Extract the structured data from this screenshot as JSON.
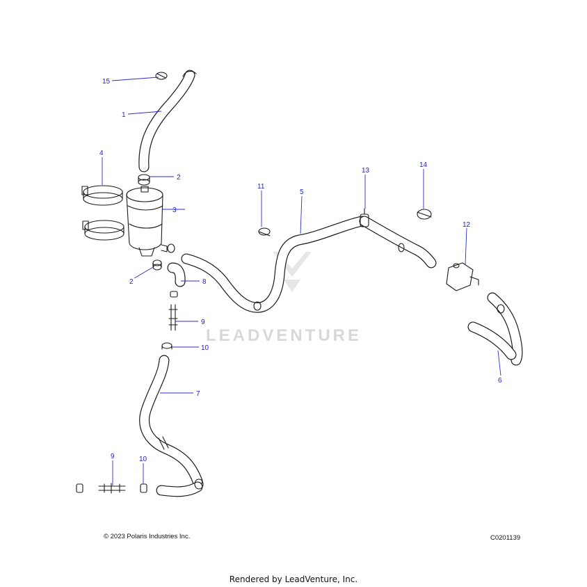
{
  "diagram": {
    "callouts": [
      {
        "id": "c15",
        "label": "15"
      },
      {
        "id": "c1",
        "label": "1"
      },
      {
        "id": "c4",
        "label": "4"
      },
      {
        "id": "c2a",
        "label": "2"
      },
      {
        "id": "c3",
        "label": "3"
      },
      {
        "id": "c2b",
        "label": "2"
      },
      {
        "id": "c8",
        "label": "8"
      },
      {
        "id": "c9a",
        "label": "9"
      },
      {
        "id": "c10a",
        "label": "10"
      },
      {
        "id": "c7",
        "label": "7"
      },
      {
        "id": "c9b",
        "label": "9"
      },
      {
        "id": "c10b",
        "label": "10"
      },
      {
        "id": "c11",
        "label": "11"
      },
      {
        "id": "c5",
        "label": "5"
      },
      {
        "id": "c13",
        "label": "13"
      },
      {
        "id": "c14",
        "label": "14"
      },
      {
        "id": "c12",
        "label": "12"
      },
      {
        "id": "c6",
        "label": "6"
      }
    ],
    "watermark": "LEADVENTURE",
    "accent_color": "#2222cc"
  },
  "footer": {
    "copyright": "© 2023 Polaris Industries Inc.",
    "code": "C0201139",
    "rendered_by": "Rendered by LeadVenture, Inc."
  }
}
